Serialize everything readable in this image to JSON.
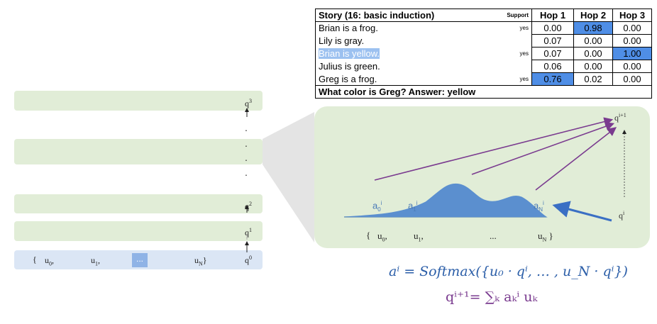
{
  "table": {
    "header": {
      "story": "Story (16: basic induction)",
      "support": "Support",
      "hop1": "Hop 1",
      "hop2": "Hop 2",
      "hop3": "Hop 3"
    },
    "rows": [
      {
        "story": "Brian is a frog.",
        "support": "yes",
        "hop1": "0.00",
        "hop2": "0.98",
        "hop3": "0.00"
      },
      {
        "story": "Lily is gray.",
        "support": "",
        "hop1": "0.07",
        "hop2": "0.00",
        "hop3": "0.00"
      },
      {
        "story": "Brian is yellow.",
        "support": "yes",
        "hop1": "0.07",
        "hop2": "0.00",
        "hop3": "1.00"
      },
      {
        "story": "Julius is green.",
        "support": "",
        "hop1": "0.06",
        "hop2": "0.00",
        "hop3": "0.00"
      },
      {
        "story": "Greg is a frog.",
        "support": "yes",
        "hop1": "0.76",
        "hop2": "0.02",
        "hop3": "0.00"
      }
    ],
    "question": "What color is Greg?  Answer: yellow"
  },
  "stack": {
    "q_top": "q",
    "q_top_sup": "3",
    "q2": "q",
    "q2_sup": "2",
    "q1": "q",
    "q1_sup": "1",
    "q0": "q",
    "q0_sup": "0",
    "inputs": {
      "brace_open": "{",
      "u0": "u",
      "u0_sub": "0",
      "u1": "u",
      "u1_sub": "1",
      "ellipsis": "...",
      "uN": "u",
      "uN_sub": "N",
      "brace_close": "}"
    }
  },
  "zoom": {
    "a0": "a",
    "a0_sub": "0",
    "a0_sup": "i",
    "a1": "a",
    "a1_sub": "1",
    "a1_sup": "i",
    "aN": "a",
    "aN_sub": "N",
    "aN_sup": "i",
    "q_out": "q",
    "q_out_sup": "i+1",
    "q_in": "q",
    "q_in_sup": "i",
    "u_row": {
      "brace_open": "{",
      "u0": "u",
      "u0_sub": "0",
      "u1": "u",
      "u1_sub": "1",
      "ellipsis": "...",
      "uN": "u",
      "uN_sub": "N",
      "brace_close": "}"
    }
  },
  "formulas": {
    "line1": "aⁱ = Softmax({u₀ · qⁱ, … , u_N · qⁱ})",
    "line2": "qⁱ⁺¹= ∑ₖ aₖⁱ uₖ"
  },
  "colors": {
    "layer": "#e1edd7",
    "input": "#dbe6f5",
    "attention": "#5b8fcf",
    "arrow_purple": "#7a3b8f",
    "highlight": "#4f8ee6"
  }
}
